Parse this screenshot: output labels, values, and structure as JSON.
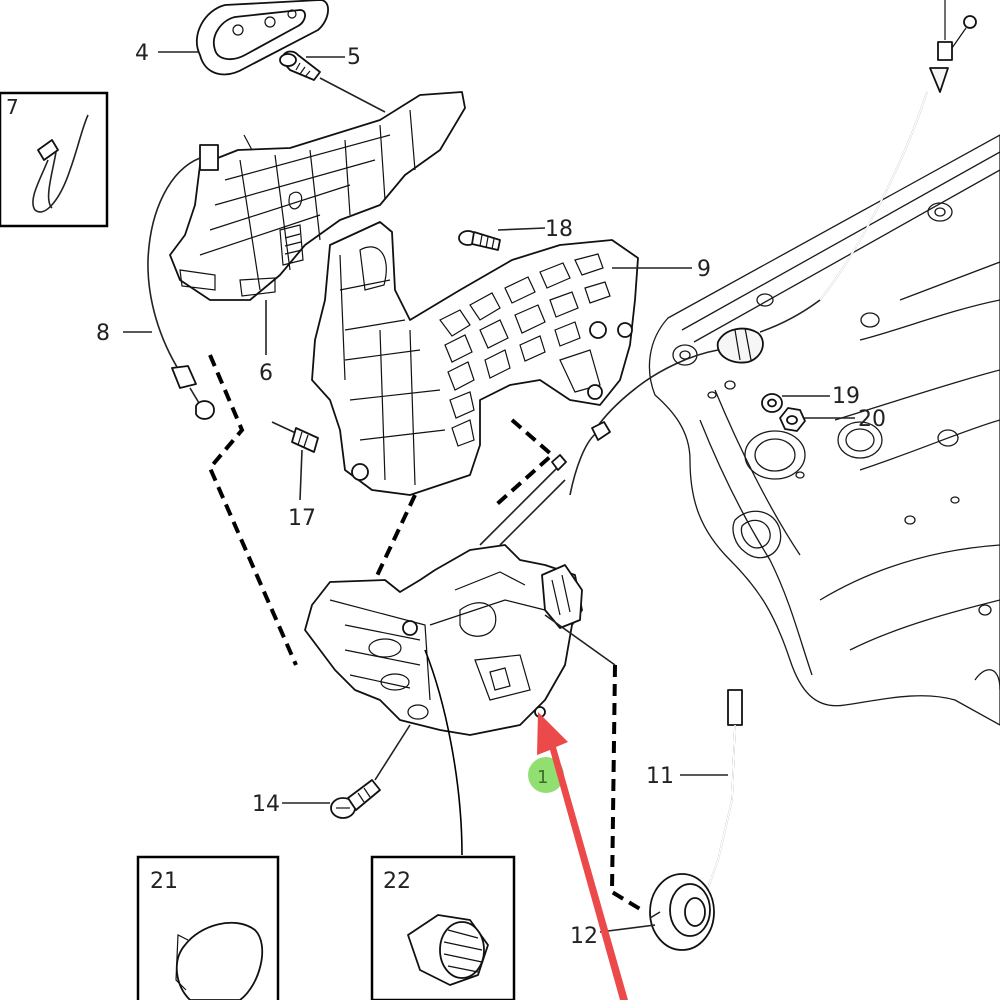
{
  "colors": {
    "arrow": "#ec4a4a",
    "highlight": "#7ed957",
    "line": "#111111",
    "background": "#ffffff"
  },
  "labels": {
    "l4": "4",
    "l5": "5",
    "l6": "6",
    "l7": "7",
    "l8": "8",
    "l9": "9",
    "l11": "11",
    "l12": "12",
    "l14": "14",
    "l17": "17",
    "l18": "18",
    "l19": "19",
    "l20": "20",
    "l21": "21",
    "l22": "22",
    "l1": "1"
  }
}
